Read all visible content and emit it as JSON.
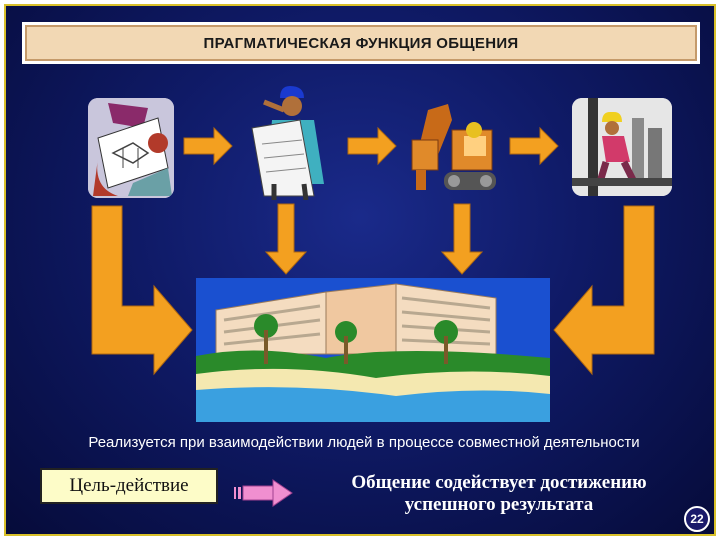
{
  "slide": {
    "title": "ПРАГМАТИЧЕСКАЯ ФУНКЦИЯ ОБЩЕНИЯ",
    "caption": "Реализуется при взаимодействии людей в процессе совместной деятельности",
    "goal_label": "Цель-действие",
    "result_line1": "Общение содействует достижению",
    "result_line2": "успешного результата",
    "page_number": "22"
  },
  "colors": {
    "background": "#0f1a66",
    "title_bg": "#f2d8b4",
    "arrow_orange": "#f3a020",
    "arrow_pink": "#f08fd0",
    "goal_box_bg": "#fdfcc8"
  },
  "icons": [
    "architect-icon",
    "engineer-with-blueprint-icon",
    "excavator-icon",
    "construction-worker-icon",
    "building-by-sea-icon"
  ]
}
